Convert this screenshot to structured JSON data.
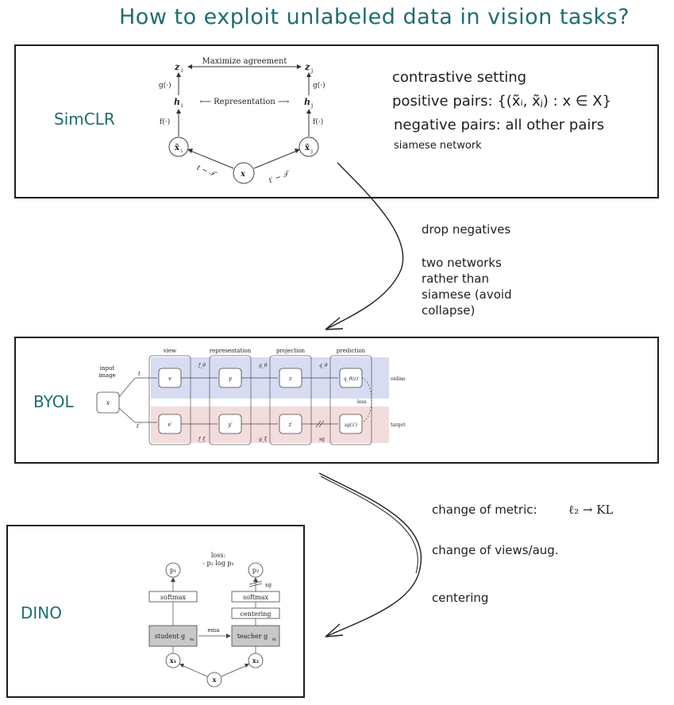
{
  "title": "How to exploit unlabeled data in vision tasks?",
  "simclr": {
    "label": "SimCLR",
    "diagram": {
      "top": "Maximize agreement",
      "middle": "⟵ Representation ⟶",
      "zi": "z",
      "zi_sub": "i",
      "zj": "z",
      "zj_sub": "j",
      "hi": "h",
      "hi_sub": "i",
      "hj": "h",
      "hj_sub": "j",
      "g": "g(·)",
      "f": "f(·)",
      "xi": "x̃",
      "xi_sub": "i",
      "xj": "x̃",
      "xj_sub": "j",
      "x": "x",
      "t": "t ∼ 𝒯",
      "tp": "t′ ∼ 𝒯"
    },
    "notes": {
      "line1": "contrastive setting",
      "line2": "positive pairs: {(x̃ᵢ, x̃ⱼ) : x ∈ X}",
      "line3": "negative pairs: all other pairs",
      "line4": "siamese network"
    }
  },
  "arrow1_notes": {
    "line1": "drop negatives",
    "line2": "two networks",
    "line3": "rather than",
    "line4": "siamese (avoid",
    "line5": "collapse)"
  },
  "byol": {
    "label": "BYOL",
    "diagram": {
      "input_line1": "input",
      "input_line2": "image",
      "x": "x",
      "t": "t",
      "tp": "t′",
      "col_view": "view",
      "col_rep": "representation",
      "col_proj": "projection",
      "col_pred": "prediction",
      "v": "v",
      "y": "y",
      "z": "z",
      "q": "q_θ(z)",
      "vp": "v′",
      "yp": "y′",
      "zp": "z′",
      "sg": "sg(z′)",
      "f_theta": "f_θ",
      "g_theta": "g_θ",
      "q_theta": "q_θ",
      "f_xi": "f_ξ",
      "g_xi": "g_ξ",
      "sg_label": "sg",
      "online": "online",
      "target": "target",
      "loss": "loss"
    }
  },
  "arrow2_notes": {
    "metric_label": "change of metric:",
    "metric_formula": "ℓ₂ → KL",
    "views": "change of views/aug.",
    "centering": "centering"
  },
  "dino": {
    "label": "DINO",
    "diagram": {
      "loss_line1": "loss:",
      "loss_line2": "- p₂ log p₁",
      "p1": "p₁",
      "p2": "p₂",
      "sg": "sg",
      "softmax": "softmax",
      "softmax2": "softmax",
      "centering": "centering",
      "student": "student g",
      "student_sub": "θs",
      "teacher": "teacher g",
      "teacher_sub": "θt",
      "ema": "ema",
      "x1": "x₁",
      "x2": "x₂",
      "x": "x"
    }
  }
}
